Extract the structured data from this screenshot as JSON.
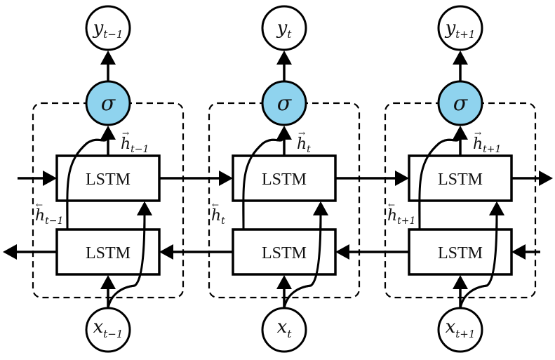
{
  "diagram": {
    "title": "Bidirectional LSTM unrolled over time",
    "sigma_fill": "#8fd3ee",
    "stroke_color": "#000000",
    "lstm_label": "LSTM",
    "sigma_symbol": "σ",
    "timesteps": [
      {
        "output": {
          "base": "y",
          "sub": "t−1"
        },
        "input": {
          "base": "x",
          "sub": "t−1"
        },
        "forward_hidden": {
          "base": "h",
          "sub": "t−1",
          "arrow": "→"
        },
        "backward_hidden": {
          "base": "h",
          "sub": "t−1",
          "arrow": "←"
        }
      },
      {
        "output": {
          "base": "y",
          "sub": "t"
        },
        "input": {
          "base": "x",
          "sub": "t"
        },
        "forward_hidden": {
          "base": "h",
          "sub": "t",
          "arrow": "→"
        },
        "backward_hidden": {
          "base": "h",
          "sub": "t",
          "arrow": "←"
        }
      },
      {
        "output": {
          "base": "y",
          "sub": "t+1"
        },
        "input": {
          "base": "x",
          "sub": "t+1"
        },
        "forward_hidden": {
          "base": "h",
          "sub": "t+1",
          "arrow": "→"
        },
        "backward_hidden": {
          "base": "h",
          "sub": "t+1",
          "arrow": "←"
        }
      }
    ]
  }
}
